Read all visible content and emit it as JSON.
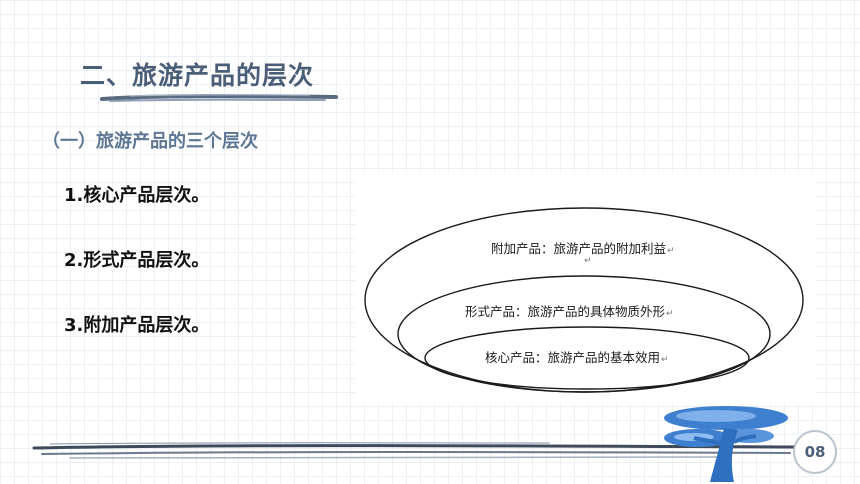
{
  "slide": {
    "title": "二、旅游产品的层次",
    "subtitle": "（一）旅游产品的三个层次",
    "levels": [
      "1.核心产品层次。",
      "2.形式产品层次。",
      "3.附加产品层次。"
    ],
    "page_number": "08"
  },
  "diagram": {
    "rings": [
      {
        "label": "附加产品：旅游产品的附加利益"
      },
      {
        "label": "形式产品：旅游产品的具体物质外形"
      },
      {
        "label": "核心产品：旅游产品的基本效用"
      }
    ],
    "paragraph_mark": "↵"
  },
  "colors": {
    "title": "#4a5e78",
    "subtitle": "#5d7694",
    "accent_blue": "#3f7fcf",
    "text": "#111111"
  },
  "icons": {
    "decoration": "blue-tree-art",
    "brush": "brush-stroke"
  }
}
